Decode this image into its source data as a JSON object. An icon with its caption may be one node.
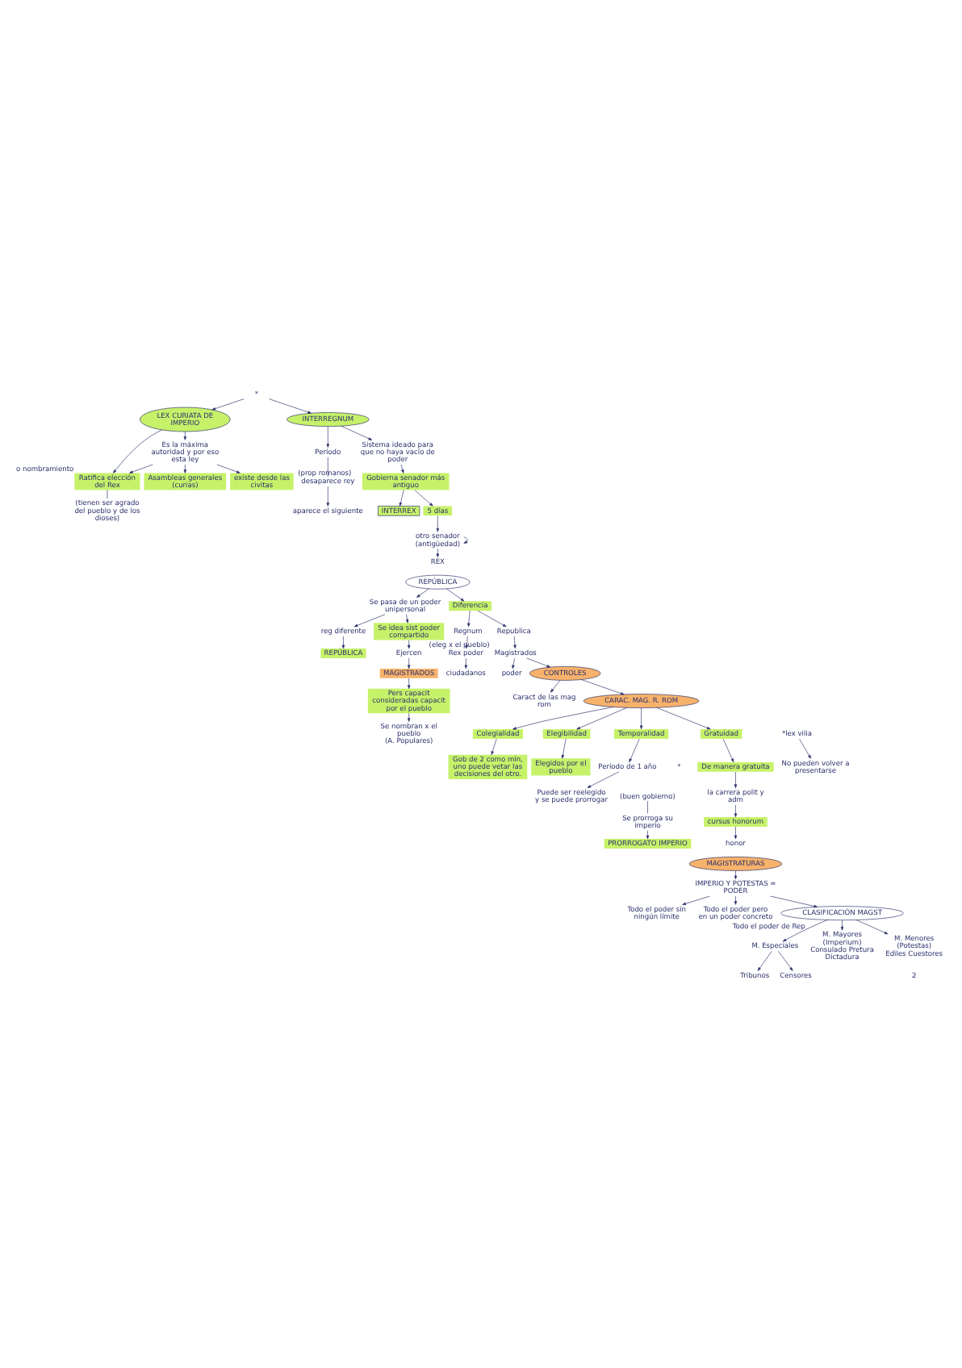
{
  "diagram": {
    "nodes": [
      {
        "text": [
          "*"
        ]
      },
      {
        "text": [
          "LEX CURIATA DE IMPERIO"
        ]
      },
      {
        "text": [
          "Ratifica elección del Rex"
        ],
        "beside": [
          "o nombramiento"
        ]
      },
      {
        "text": [
          "(tienen ser agrado del pueblo y de los dioses)"
        ]
      },
      {
        "text": [
          "Es la máxima autoridad y por eso esta ley"
        ]
      },
      {
        "text": [
          "Asambleas generales (curias)"
        ]
      },
      {
        "text": [
          "existe desde las civitas"
        ]
      },
      {
        "text": [
          "INTERREGNUM"
        ]
      },
      {
        "text": [
          "Período"
        ]
      },
      {
        "text": [
          "desaparece rey"
        ],
        "beside": [
          "(prop romanos)"
        ]
      },
      {
        "text": [
          "aparece el siguiente"
        ]
      },
      {
        "text": [
          "Sistema ideado para que no haya vacío de poder"
        ]
      },
      {
        "text": [
          "Gobierna senador más antiguo"
        ]
      },
      {
        "text": [
          "INTERREX"
        ]
      },
      {
        "text": [
          "5 días"
        ]
      },
      {
        "text": [
          "otro senador (antigüedad)"
        ]
      },
      {
        "text": [
          "REX"
        ]
      },
      {
        "text": [
          "REPÚBLICA"
        ]
      },
      {
        "text": [
          "Se pasa de un poder unipersonal"
        ]
      },
      {
        "text": [
          "reg diferente"
        ]
      },
      {
        "text": [
          "REPÚBLICA"
        ]
      },
      {
        "text": [
          "Se idea sist poder compartido"
        ]
      },
      {
        "text": [
          "Ejercen"
        ]
      },
      {
        "text": [
          "MAGISTRADOS"
        ]
      },
      {
        "text": [
          "Pers capacit consideradas capacit por el pueblo"
        ]
      },
      {
        "text": [
          "Se nombran x el pueblo",
          "(A. Populares)"
        ]
      },
      {
        "text": [
          "Diferencia"
        ]
      },
      {
        "text": [
          "Regnum"
        ]
      },
      {
        "text": [
          "Rex poder"
        ]
      },
      {
        "text": [
          "ciudadanos"
        ]
      },
      {
        "text": [
          "Republica"
        ]
      },
      {
        "text": [
          "Magistrados"
        ],
        "beside": [
          "(eleg x el pueblo)"
        ]
      },
      {
        "text": [
          "poder"
        ]
      },
      {
        "text": [
          "CONTROLES"
        ]
      },
      {
        "text": [
          "Caract de las mag rom"
        ]
      },
      {
        "text": [
          "CARAC. MAG. R. ROM"
        ]
      },
      {
        "text": [
          "Colegialidad"
        ]
      },
      {
        "text": [
          "Gob de 2 como mín, uno puede vetar las decisiones del otro."
        ]
      },
      {
        "text": [
          "Elegibilidad"
        ]
      },
      {
        "text": [
          "Elegidos por el pueblo"
        ]
      },
      {
        "text": [
          "Temporalidad"
        ]
      },
      {
        "text": [
          "Período de 1 año"
        ]
      },
      {
        "text": [
          "Puede ser reelegido y se puede prorrogar"
        ]
      },
      {
        "text": [
          "(buen gobierno)"
        ]
      },
      {
        "text": [
          "Se prorroga su imperio"
        ]
      },
      {
        "text": [
          "PRORROGATO IMPERIO"
        ]
      },
      {
        "text": [
          "Gratuidad"
        ]
      },
      {
        "text": [
          "De manera gratuita"
        ]
      },
      {
        "text": [
          "la carrera polit y adm"
        ]
      },
      {
        "text": [
          "cursus honorum"
        ]
      },
      {
        "text": [
          "honor"
        ]
      },
      {
        "text": [
          "*lex vilia"
        ]
      },
      {
        "text": [
          "No pueden volver a presentarse"
        ]
      },
      {
        "text": [
          "MAGISTRATURAS"
        ]
      },
      {
        "text": [
          "IMPERIO Y POTESTAS = PODER"
        ]
      },
      {
        "text": [
          "Todo el poder sin ningún límite"
        ]
      },
      {
        "text": [
          "Todo el poder pero en un poder concreto"
        ]
      },
      {
        "text": [
          "CLASIFICACIÓN MAGST"
        ]
      },
      {
        "text": [
          "M. Especiales"
        ]
      },
      {
        "text": [
          "Tribunos"
        ]
      },
      {
        "text": [
          "Censores"
        ]
      },
      {
        "text": [
          "M. Mayores (Imperium)",
          "Consulado Pretura Dictadura"
        ],
        "beside": [
          "Todo el poder de Rep"
        ]
      },
      {
        "text": [
          "M. Menores (Potestas)",
          "Ediles Cuestores"
        ]
      }
    ],
    "edges": [
      {
        "from": 0,
        "to": 1,
        "arrow": "to"
      },
      {
        "from": 1,
        "to": 2,
        "arrow": "to"
      },
      {
        "from": 2,
        "to": 3,
        "arrow": "none"
      },
      {
        "from": 1,
        "to": 4,
        "arrow": "to"
      },
      {
        "from": 4,
        "to": 2,
        "arrow": "to"
      },
      {
        "from": 4,
        "to": 5,
        "arrow": "to"
      },
      {
        "from": 4,
        "to": 6,
        "arrow": "to"
      },
      {
        "from": 0,
        "to": 7,
        "arrow": "to"
      },
      {
        "from": 7,
        "to": 8,
        "arrow": "to"
      },
      {
        "from": 8,
        "to": 9,
        "arrow": "none"
      },
      {
        "from": 9,
        "to": 10,
        "arrow": "to"
      },
      {
        "from": 7,
        "to": 11,
        "arrow": "to"
      },
      {
        "from": 11,
        "to": 12,
        "arrow": "to"
      },
      {
        "from": 12,
        "to": 13,
        "arrow": "to"
      },
      {
        "from": 12,
        "to": 14,
        "arrow": "to"
      },
      {
        "from": 14,
        "to": 15,
        "arrow": "to"
      },
      {
        "from": 15,
        "to": 15,
        "arrow": "to"
      },
      {
        "from": 15,
        "to": 16,
        "arrow": "to"
      },
      {
        "from": 17,
        "to": 18,
        "arrow": "to"
      },
      {
        "from": 18,
        "to": 19,
        "arrow": "to"
      },
      {
        "from": 19,
        "to": 20,
        "arrow": "to"
      },
      {
        "from": 18,
        "to": 21,
        "arrow": "to"
      },
      {
        "from": 21,
        "to": 22,
        "arrow": "to"
      },
      {
        "from": 22,
        "to": 23,
        "arrow": "to"
      },
      {
        "from": 23,
        "to": 24,
        "arrow": "to"
      },
      {
        "from": 24,
        "to": 25,
        "arrow": "to"
      },
      {
        "from": 17,
        "to": 26,
        "arrow": "to"
      },
      {
        "from": 26,
        "to": 27,
        "arrow": "to"
      },
      {
        "from": 27,
        "to": 28,
        "arrow": "to"
      },
      {
        "from": 28,
        "to": 29,
        "arrow": "to"
      },
      {
        "from": 26,
        "to": 30,
        "arrow": "to"
      },
      {
        "from": 30,
        "to": 31,
        "arrow": "to"
      },
      {
        "from": 31,
        "to": 32,
        "arrow": "to"
      },
      {
        "from": 31,
        "to": 33,
        "arrow": "to"
      },
      {
        "from": 33,
        "to": 34,
        "arrow": "to"
      },
      {
        "from": 33,
        "to": 35,
        "arrow": "to"
      },
      {
        "from": 35,
        "to": 36,
        "arrow": "to"
      },
      {
        "from": 36,
        "to": 37,
        "arrow": "to"
      },
      {
        "from": 35,
        "to": 38,
        "arrow": "to"
      },
      {
        "from": 38,
        "to": 39,
        "arrow": "to"
      },
      {
        "from": 35,
        "to": 40,
        "arrow": "to"
      },
      {
        "from": 40,
        "to": 41,
        "arrow": "to"
      },
      {
        "from": 41,
        "to": 42,
        "arrow": "to"
      },
      {
        "from": 43,
        "to": 44,
        "arrow": "none"
      },
      {
        "from": 44,
        "to": 45,
        "arrow": "to"
      },
      {
        "from": 35,
        "to": 46,
        "arrow": "to"
      },
      {
        "from": 46,
        "to": 47,
        "arrow": "to"
      },
      {
        "from": 47,
        "to": 48,
        "arrow": "to"
      },
      {
        "from": 48,
        "to": 49,
        "arrow": "to"
      },
      {
        "from": 49,
        "to": 50,
        "arrow": "to"
      },
      {
        "from": 51,
        "to": 52,
        "arrow": "to"
      },
      {
        "from": 53,
        "to": 54,
        "arrow": "to"
      },
      {
        "from": 54,
        "to": 55,
        "arrow": "to"
      },
      {
        "from": 54,
        "to": 56,
        "arrow": "to"
      },
      {
        "from": 54,
        "to": 57,
        "arrow": "to"
      },
      {
        "from": 57,
        "to": 58,
        "arrow": "to"
      },
      {
        "from": 58,
        "to": 59,
        "arrow": "to"
      },
      {
        "from": 58,
        "to": 60,
        "arrow": "to"
      },
      {
        "from": 57,
        "to": 61,
        "arrow": "to"
      },
      {
        "from": 57,
        "to": 62,
        "arrow": "to"
      }
    ],
    "labels": [
      "*",
      "2"
    ]
  }
}
